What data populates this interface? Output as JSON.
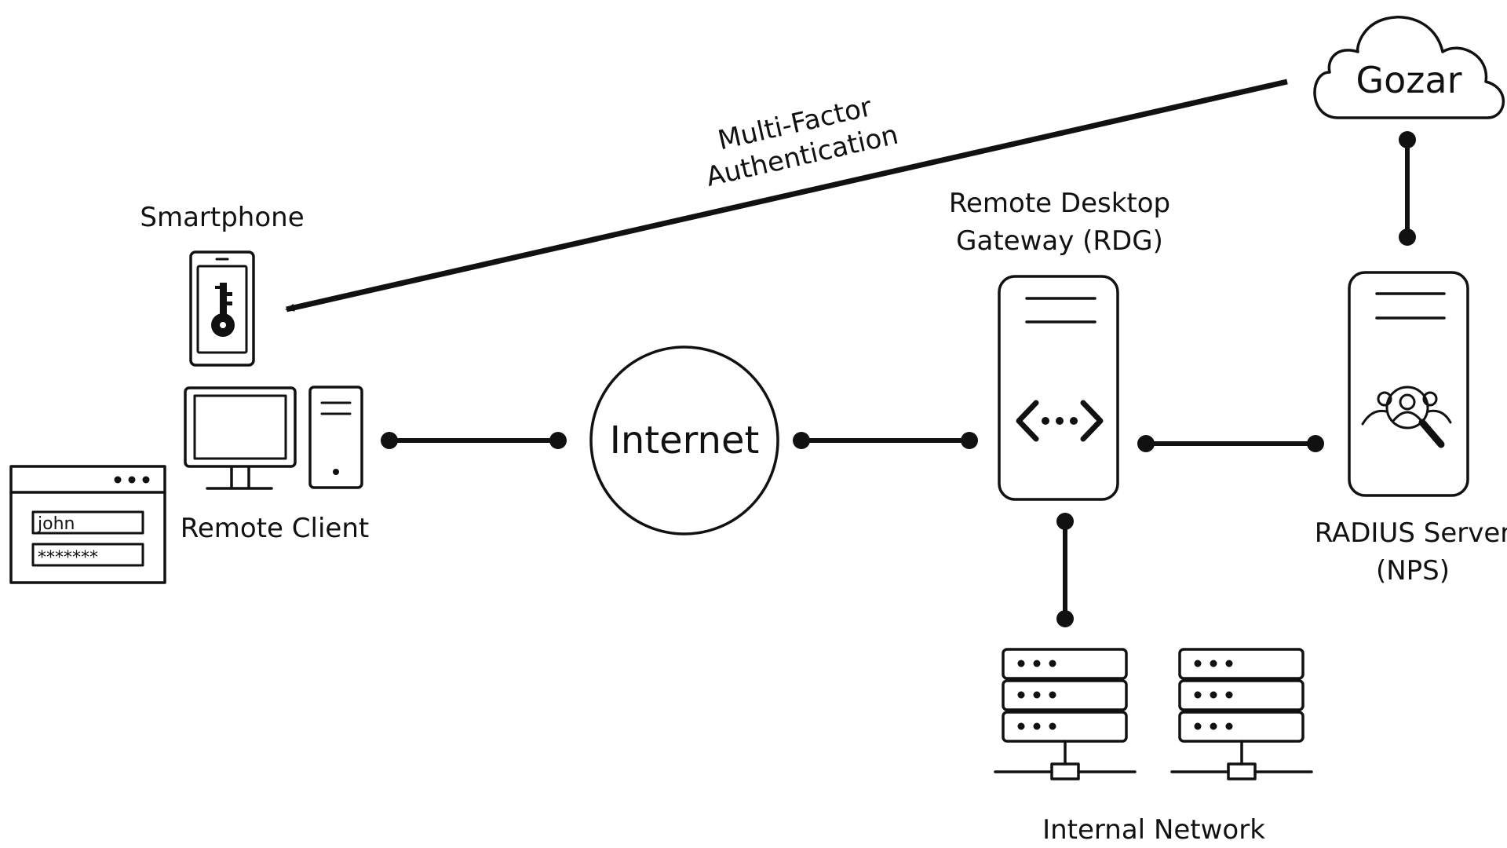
{
  "labels": {
    "smartphone": "Smartphone",
    "remote_client": "Remote Client",
    "internet": "Internet",
    "rdg_line1": "Remote Desktop",
    "rdg_line2": "Gateway (RDG)",
    "radius_line1": "RADIUS Server",
    "radius_line2": "(NPS)",
    "gozar": "Gozar",
    "mfa_line1": "Multi-Factor",
    "mfa_line2": "Authentication",
    "internal_network": "Internal Network"
  },
  "login_form": {
    "username": "john",
    "password": "*******"
  }
}
